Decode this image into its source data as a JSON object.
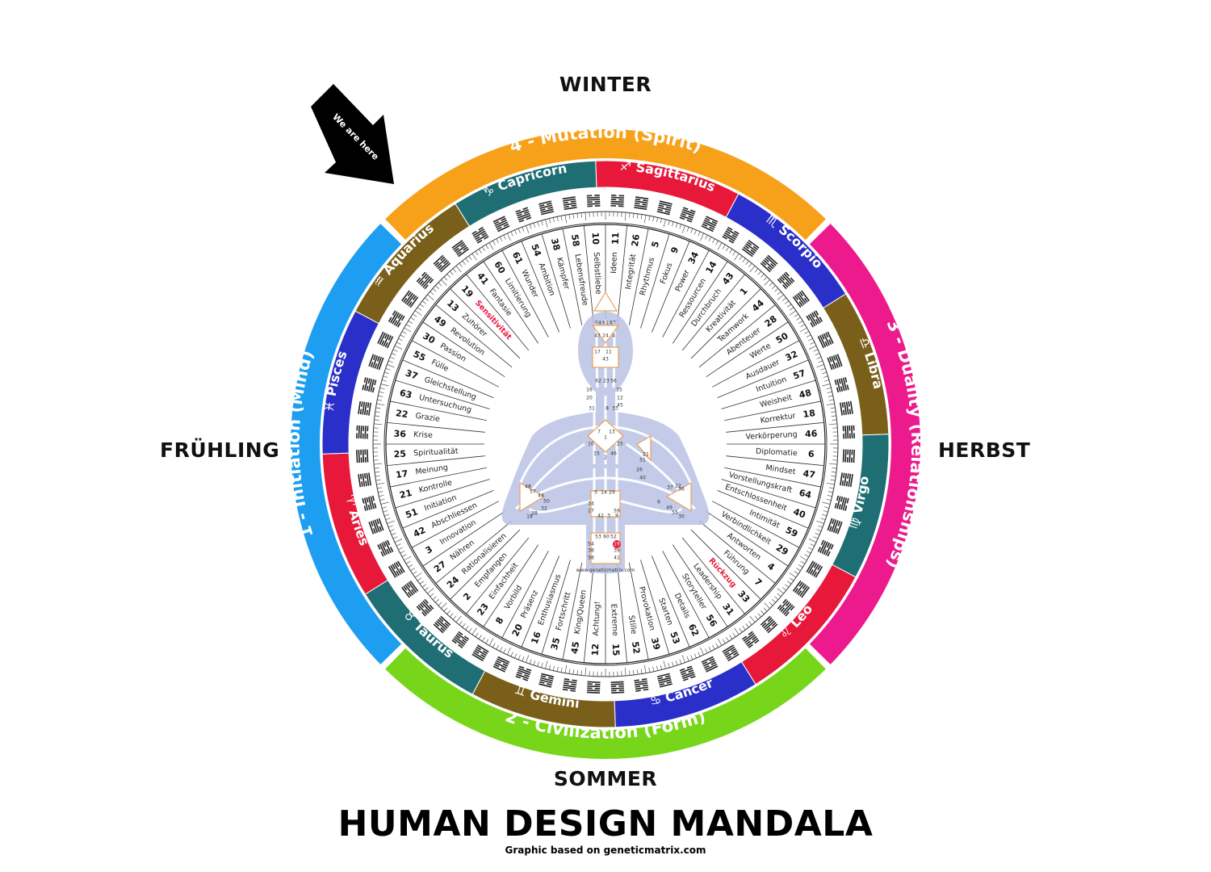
{
  "seasons": {
    "winter": "WINTER",
    "summer": "SOMMER",
    "spring": "FRÜHLING",
    "autumn": "HERBST"
  },
  "title": "HUMAN DESIGN MANDALA",
  "subtitle": "Graphic based on geneticmatrix.com",
  "arrow_label": "We are here",
  "watermark": "www.geneticmatrix.com",
  "quarters": [
    {
      "label": "4 - Mutation (Spirit)",
      "color": "#f7a11a"
    },
    {
      "label": "3 - Duality (Relationships)",
      "color": "#ec1a8c"
    },
    {
      "label": "2 - Civilization (Form)",
      "color": "#77d61a"
    },
    {
      "label": "1 - Initiation (Mind)",
      "color": "#1e9ef0"
    }
  ],
  "signs": [
    {
      "name": "Sagittarius",
      "symbol": "♐",
      "color": "#e8183a"
    },
    {
      "name": "Scorpio",
      "symbol": "♏",
      "color": "#2b2fc9"
    },
    {
      "name": "Libra",
      "symbol": "♎",
      "color": "#7a5f1a"
    },
    {
      "name": "Virgo",
      "symbol": "♍",
      "color": "#1f6e74"
    },
    {
      "name": "Leo",
      "symbol": "♌",
      "color": "#e8183a"
    },
    {
      "name": "Cancer",
      "symbol": "♋",
      "color": "#2b2fc9"
    },
    {
      "name": "Gemini",
      "symbol": "♊",
      "color": "#7a5f1a"
    },
    {
      "name": "Taurus",
      "symbol": "♉",
      "color": "#1f6e74"
    },
    {
      "name": "Aries",
      "symbol": "♈",
      "color": "#e8183a"
    },
    {
      "name": "Pisces",
      "symbol": "♓",
      "color": "#2b2fc9"
    },
    {
      "name": "Aquarius",
      "symbol": "♒",
      "color": "#7a5f1a"
    },
    {
      "name": "Capricorn",
      "symbol": "♑",
      "color": "#1f6e74"
    }
  ],
  "gates": [
    {
      "n": "11",
      "w": "Ideen"
    },
    {
      "n": "26",
      "w": "Integrität"
    },
    {
      "n": "5",
      "w": "Rhythmus"
    },
    {
      "n": "9",
      "w": "Fokus"
    },
    {
      "n": "34",
      "w": "Power"
    },
    {
      "n": "14",
      "w": "Ressourcen"
    },
    {
      "n": "43",
      "w": "Durchbruch"
    },
    {
      "n": "1",
      "w": "Kreativität"
    },
    {
      "n": "44",
      "w": "Teamwork"
    },
    {
      "n": "28",
      "w": "Abenteuer"
    },
    {
      "n": "50",
      "w": "Werte"
    },
    {
      "n": "32",
      "w": "Ausdauer"
    },
    {
      "n": "57",
      "w": "Intuition"
    },
    {
      "n": "48",
      "w": "Weisheit"
    },
    {
      "n": "18",
      "w": "Korrektur"
    },
    {
      "n": "46",
      "w": "Verkörperung"
    },
    {
      "n": "6",
      "w": "Diplomatie"
    },
    {
      "n": "47",
      "w": "Mindset"
    },
    {
      "n": "64",
      "w": "Vorstellungskraft"
    },
    {
      "n": "40",
      "w": "Entschlossenheit"
    },
    {
      "n": "59",
      "w": "Intimität"
    },
    {
      "n": "29",
      "w": "Verbindlichkeit"
    },
    {
      "n": "4",
      "w": "Antworten"
    },
    {
      "n": "7",
      "w": "Führung"
    },
    {
      "n": "33",
      "w": "Rückzug"
    },
    {
      "n": "31",
      "w": "Leadership"
    },
    {
      "n": "56",
      "w": "Storyteller"
    },
    {
      "n": "62",
      "w": "Details"
    },
    {
      "n": "53",
      "w": "Starten"
    },
    {
      "n": "39",
      "w": "Provokation"
    },
    {
      "n": "52",
      "w": "Stille"
    },
    {
      "n": "15",
      "w": "Extreme"
    },
    {
      "n": "12",
      "w": "Achtung!"
    },
    {
      "n": "45",
      "w": "King/Queen"
    },
    {
      "n": "35",
      "w": "Fortschritt"
    },
    {
      "n": "16",
      "w": "Enthusiasmus"
    },
    {
      "n": "20",
      "w": "Präsenz"
    },
    {
      "n": "8",
      "w": "Vorbild"
    },
    {
      "n": "23",
      "w": "Einfachheit"
    },
    {
      "n": "2",
      "w": "Empfangen"
    },
    {
      "n": "24",
      "w": "Rationalisieren"
    },
    {
      "n": "27",
      "w": "Nähren"
    },
    {
      "n": "3",
      "w": "Innovation"
    },
    {
      "n": "42",
      "w": "Abschliessen"
    },
    {
      "n": "51",
      "w": "Initiation"
    },
    {
      "n": "21",
      "w": "Kontrolle"
    },
    {
      "n": "17",
      "w": "Meinung"
    },
    {
      "n": "25",
      "w": "Spiritualität"
    },
    {
      "n": "36",
      "w": "Krise"
    },
    {
      "n": "22",
      "w": "Grazie"
    },
    {
      "n": "63",
      "w": "Untersuchung"
    },
    {
      "n": "37",
      "w": "Gleichstellung"
    },
    {
      "n": "55",
      "w": "Fülle"
    },
    {
      "n": "30",
      "w": "Passion"
    },
    {
      "n": "49",
      "w": "Revolution"
    },
    {
      "n": "13",
      "w": "Zuhörer"
    },
    {
      "n": "19",
      "w": "Sensitivität"
    },
    {
      "n": "41",
      "w": "Fantasie"
    },
    {
      "n": "60",
      "w": "Limitierung"
    },
    {
      "n": "61",
      "w": "Wunder"
    },
    {
      "n": "54",
      "w": "Ambition"
    },
    {
      "n": "38",
      "w": "Kämpfer"
    },
    {
      "n": "58",
      "w": "Lebensfreude"
    },
    {
      "n": "10",
      "w": "Selbstliebe"
    }
  ],
  "highlight_words": [
    "Sensitivität",
    "Rückzug"
  ],
  "highlight_color": "#e8183a",
  "bodygraph_color": "#b9c2e4",
  "bodygraph_numbers": [
    "64",
    "61",
    "63",
    "47",
    "24",
    "4",
    "17",
    "11",
    "43",
    "62",
    "23",
    "56",
    "16",
    "35",
    "20",
    "12",
    "45",
    "31",
    "8",
    "33",
    "7",
    "1",
    "13",
    "10",
    "25",
    "15",
    "2",
    "46",
    "21",
    "51",
    "26",
    "40",
    "48",
    "57",
    "44",
    "50",
    "18",
    "28",
    "32",
    "37",
    "22",
    "36",
    "6",
    "49",
    "55",
    "30",
    "5",
    "14",
    "29",
    "34",
    "27",
    "42",
    "3",
    "9",
    "59",
    "53",
    "60",
    "52",
    "54",
    "19",
    "38",
    "39",
    "58",
    "41"
  ]
}
